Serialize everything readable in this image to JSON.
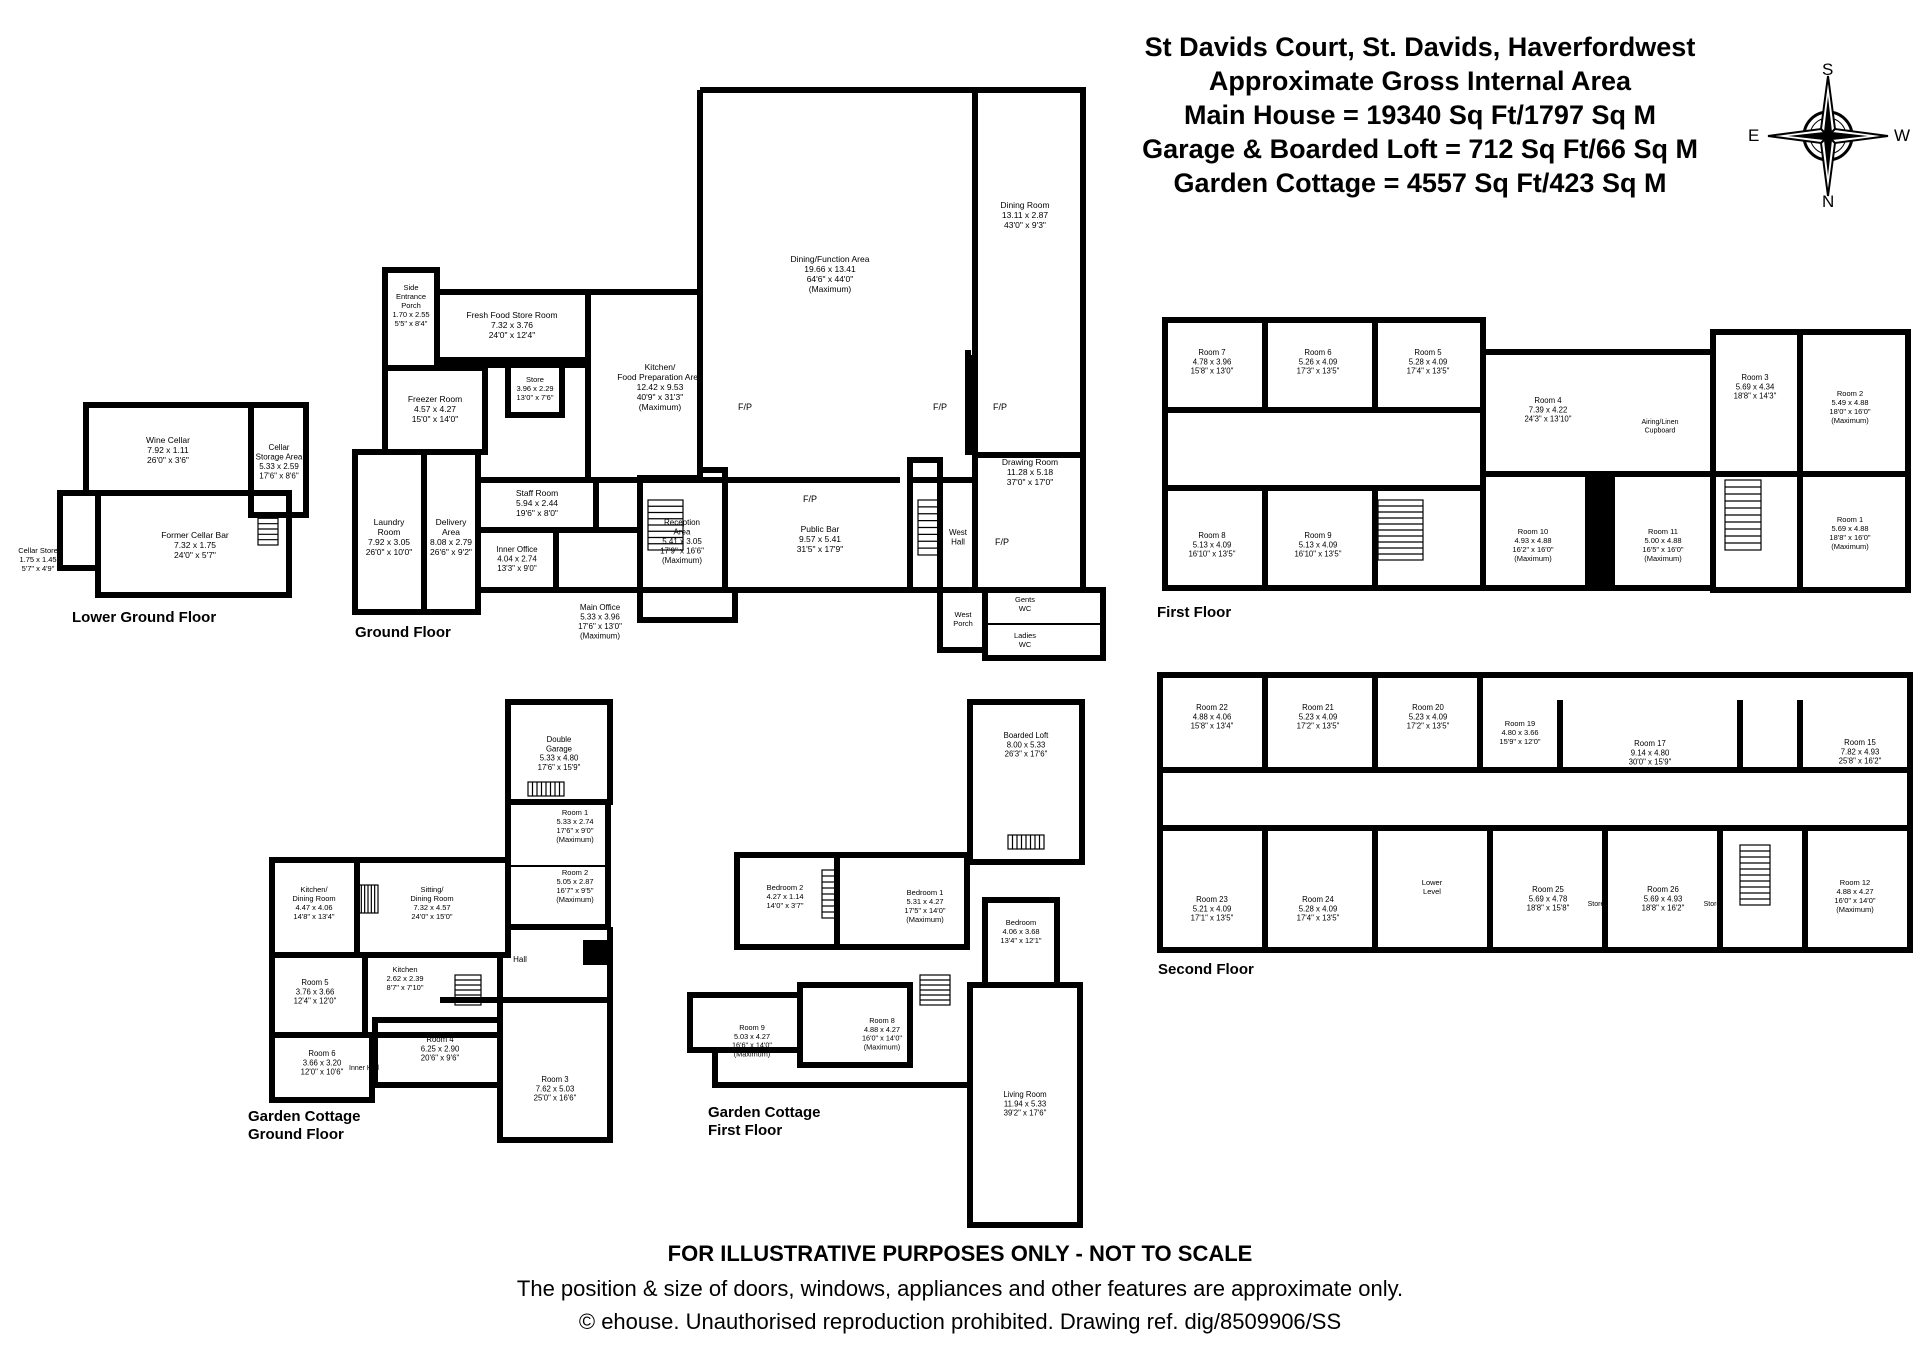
{
  "header": {
    "title": "St Davids Court, St. Davids, Haverfordwest",
    "subtitle": "Approximate Gross Internal Area",
    "areas": [
      "Main House = 19340 Sq Ft/1797 Sq M",
      "Garage & Boarded Loft = 712 Sq Ft/66 Sq M",
      "Garden Cottage = 4557 Sq Ft/423 Sq M"
    ]
  },
  "compass": {
    "s": "S",
    "e": "E",
    "w": "W",
    "n": "N"
  },
  "floors": {
    "lower_ground": "Lower Ground Floor",
    "ground": "Ground Floor",
    "first": "First Floor",
    "second": "Second Floor",
    "cottage_ground": [
      "Garden Cottage",
      "Ground Floor"
    ],
    "cottage_first": [
      "Garden Cottage",
      "First Floor"
    ]
  },
  "rooms": {
    "wine_cellar": [
      "Wine Cellar",
      "7.92 x 1.11",
      "26'0\" x 3'6\""
    ],
    "cellar_storage": [
      "Cellar",
      "Storage Area",
      "5.33 x 2.59",
      "17'6\" x 8'6\""
    ],
    "former_cellar_bar": [
      "Former Cellar Bar",
      "7.32 x 1.75",
      "24'0\" x 5'7\""
    ],
    "cellar_store": [
      "Cellar Store",
      "1.75 x 1.45",
      "5'7\" x 4'9\""
    ],
    "side_entrance_porch": [
      "Side",
      "Entrance",
      "Porch",
      "1.70 x 2.55",
      "5'5\" x 8'4\""
    ],
    "fresh_food_store": [
      "Fresh Food Store Room",
      "7.32 x 3.76",
      "24'0\" x 12'4\""
    ],
    "freezer_room": [
      "Freezer Room",
      "4.57 x 4.27",
      "15'0\" x 14'0\""
    ],
    "store_ground": [
      "Store",
      "3.96 x 2.29",
      "13'0\" x 7'6\""
    ],
    "kitchen_food_prep": [
      "Kitchen/",
      "Food Preparation Area",
      "12.42 x 9.53",
      "40'9\" x 31'3\"",
      "(Maximum)"
    ],
    "laundry_room": [
      "Laundry",
      "Room",
      "7.92 x 3.05",
      "26'0\" x 10'0\""
    ],
    "delivery_area": [
      "Delivery",
      "Area",
      "8.08 x 2.79",
      "26'6\" x 9'2\""
    ],
    "staff_room": [
      "Staff Room",
      "5.94 x 2.44",
      "19'6\" x 8'0\""
    ],
    "inner_office": [
      "Inner Office",
      "4.04 x 2.74",
      "13'3\" x 9'0\""
    ],
    "main_office": [
      "Main Office",
      "5.33 x 3.96",
      "17'6\" x 13'0\"",
      "(Maximum)"
    ],
    "reception_area": [
      "Reception",
      "Area",
      "5.41 x 3.05",
      "17'9\" x 16'6\"",
      "(Maximum)"
    ],
    "public_bar": [
      "Public Bar",
      "9.57 x 5.41",
      "31'5\" x 17'9\""
    ],
    "dining_function": [
      "Dining/Function Area",
      "19.66 x 13.41",
      "64'6\" x 44'0\"",
      "(Maximum)"
    ],
    "dining_room": [
      "Dining Room",
      "13.11 x 2.87",
      "43'0\" x 9'3\""
    ],
    "drawing_room": [
      "Drawing Room",
      "11.28 x 5.18",
      "37'0\" x 17'0\""
    ],
    "west_hall": [
      "West",
      "Hall"
    ],
    "west_porch": [
      "West",
      "Porch"
    ],
    "gents_wc": [
      "Gents",
      "WC"
    ],
    "ladies_wc": [
      "Ladies",
      "WC"
    ],
    "ff_room7": [
      "Room 7",
      "4.78 x 3.96",
      "15'8\" x 13'0\""
    ],
    "ff_room6": [
      "Room 6",
      "5.26 x 4.09",
      "17'3\" x 13'5\""
    ],
    "ff_room5": [
      "Room 5",
      "5.28 x 4.09",
      "17'4\" x 13'5\""
    ],
    "ff_room4": [
      "Room 4",
      "7.39 x 4.22",
      "24'3\" x 13'10\""
    ],
    "ff_airing": [
      "Airing/Linen",
      "Cupboard"
    ],
    "ff_room3": [
      "Room 3",
      "5.69 x 4.34",
      "18'8\" x 14'3\""
    ],
    "ff_room2": [
      "Room 2",
      "5.49 x 4.88",
      "18'0\" x 16'0\"",
      "(Maximum)"
    ],
    "ff_room8": [
      "Room 8",
      "5.13 x 4.09",
      "16'10\" x 13'5\""
    ],
    "ff_room9": [
      "Room 9",
      "5.13 x 4.09",
      "16'10\" x 13'5\""
    ],
    "ff_room10": [
      "Room 10",
      "4.93 x 4.88",
      "16'2\" x 16'0\"",
      "(Maximum)"
    ],
    "ff_room11": [
      "Room 11",
      "5.00 x 4.88",
      "16'5\" x 16'0\"",
      "(Maximum)"
    ],
    "ff_room1": [
      "Room 1",
      "5.69 x 4.88",
      "18'8\" x 16'0\"",
      "(Maximum)"
    ],
    "sf_room22": [
      "Room 22",
      "4.88 x 4.06",
      "15'8\" x 13'4\""
    ],
    "sf_room21": [
      "Room 21",
      "5.23 x 4.09",
      "17'2\" x 13'5\""
    ],
    "sf_room20": [
      "Room 20",
      "5.23 x 4.09",
      "17'2\" x 13'5\""
    ],
    "sf_room19": [
      "Room 19",
      "4.80 x 3.66",
      "15'9\" x 12'0\""
    ],
    "sf_room17": [
      "Room 17",
      "9.14 x 4.80",
      "30'0\" x 15'9\""
    ],
    "sf_room15": [
      "Room 15",
      "7.82 x 4.93",
      "25'8\" x 16'2\""
    ],
    "sf_room23": [
      "Room 23",
      "5.21 x 4.09",
      "17'1\" x 13'5\""
    ],
    "sf_room24": [
      "Room 24",
      "5.28 x 4.09",
      "17'4\" x 13'5\""
    ],
    "sf_lower_level": [
      "Lower",
      "Level"
    ],
    "sf_room25": [
      "Room 25",
      "5.69 x 4.78",
      "18'8\" x 15'8\""
    ],
    "sf_room26": [
      "Room 26",
      "5.69 x 4.93",
      "18'8\" x 16'2\""
    ],
    "sf_room12": [
      "Room 12",
      "4.88 x 4.27",
      "16'0\" x 14'0\"",
      "(Maximum)"
    ],
    "sf_store": "Store",
    "double_garage": [
      "Double",
      "Garage",
      "5.33 x 4.80",
      "17'6\" x 15'9\""
    ],
    "cg_room1": [
      "Room 1",
      "5.33 x 2.74",
      "17'6\" x 9'0\"",
      "(Maximum)"
    ],
    "cg_room2": [
      "Room 2",
      "5.05 x 2.87",
      "16'7\" x 9'5\"",
      "(Maximum)"
    ],
    "cg_kitchen_dining": [
      "Kitchen/",
      "Dining Room",
      "4.47 x 4.06",
      "14'8\" x 13'4\""
    ],
    "cg_sitting_dining": [
      "Sitting/",
      "Dining Room",
      "7.32 x 4.57",
      "24'0\" x 15'0\""
    ],
    "cg_room5": [
      "Room 5",
      "3.76 x 3.66",
      "12'4\" x 12'0\""
    ],
    "cg_kitchen": [
      "Kitchen",
      "2.62 x 2.39",
      "8'7\" x 7'10\""
    ],
    "cg_hall": "Hall",
    "cg_room6": [
      "Room 6",
      "3.66 x 3.20",
      "12'0\" x 10'6\""
    ],
    "cg_inner_hall": [
      "Inner Hall"
    ],
    "cg_room4": [
      "Room 4",
      "6.25 x 2.90",
      "20'6\" x 9'6\""
    ],
    "cg_room3": [
      "Room 3",
      "7.62 x 5.03",
      "25'0\" x 16'6\""
    ],
    "boarded_loft": [
      "Boarded Loft",
      "8.00 x 5.33",
      "26'3\" x 17'6\""
    ],
    "cf_bedroom2": [
      "Bedroom 2",
      "4.27 x 1.14",
      "14'0\" x 3'7\""
    ],
    "cf_bedroom1": [
      "Bedroom 1",
      "5.31 x 4.27",
      "17'5\" x 14'0\"",
      "(Maximum)"
    ],
    "cf_bedroom": [
      "Bedroom",
      "4.06 x 3.68",
      "13'4\" x 12'1\""
    ],
    "cf_room9": [
      "Room 9",
      "5.03 x 4.27",
      "16'6\" x 14'0\"",
      "(Maximum)"
    ],
    "cf_room8": [
      "Room 8",
      "4.88 x 4.27",
      "16'0\" x 14'0\"",
      "(Maximum)"
    ],
    "cf_living_room": [
      "Living Room",
      "11.94 x 5.33",
      "39'2\" x 17'6\""
    ]
  },
  "markers": {
    "fireplace": "F/P"
  },
  "footer": {
    "disclaimer": "FOR ILLUSTRATIVE PURPOSES ONLY - NOT TO SCALE",
    "note": "The position & size of doors, windows, appliances and other features are approximate only.",
    "copyright": "© ehouse. Unauthorised reproduction prohibited. Drawing ref. dig/8509906/SS"
  }
}
